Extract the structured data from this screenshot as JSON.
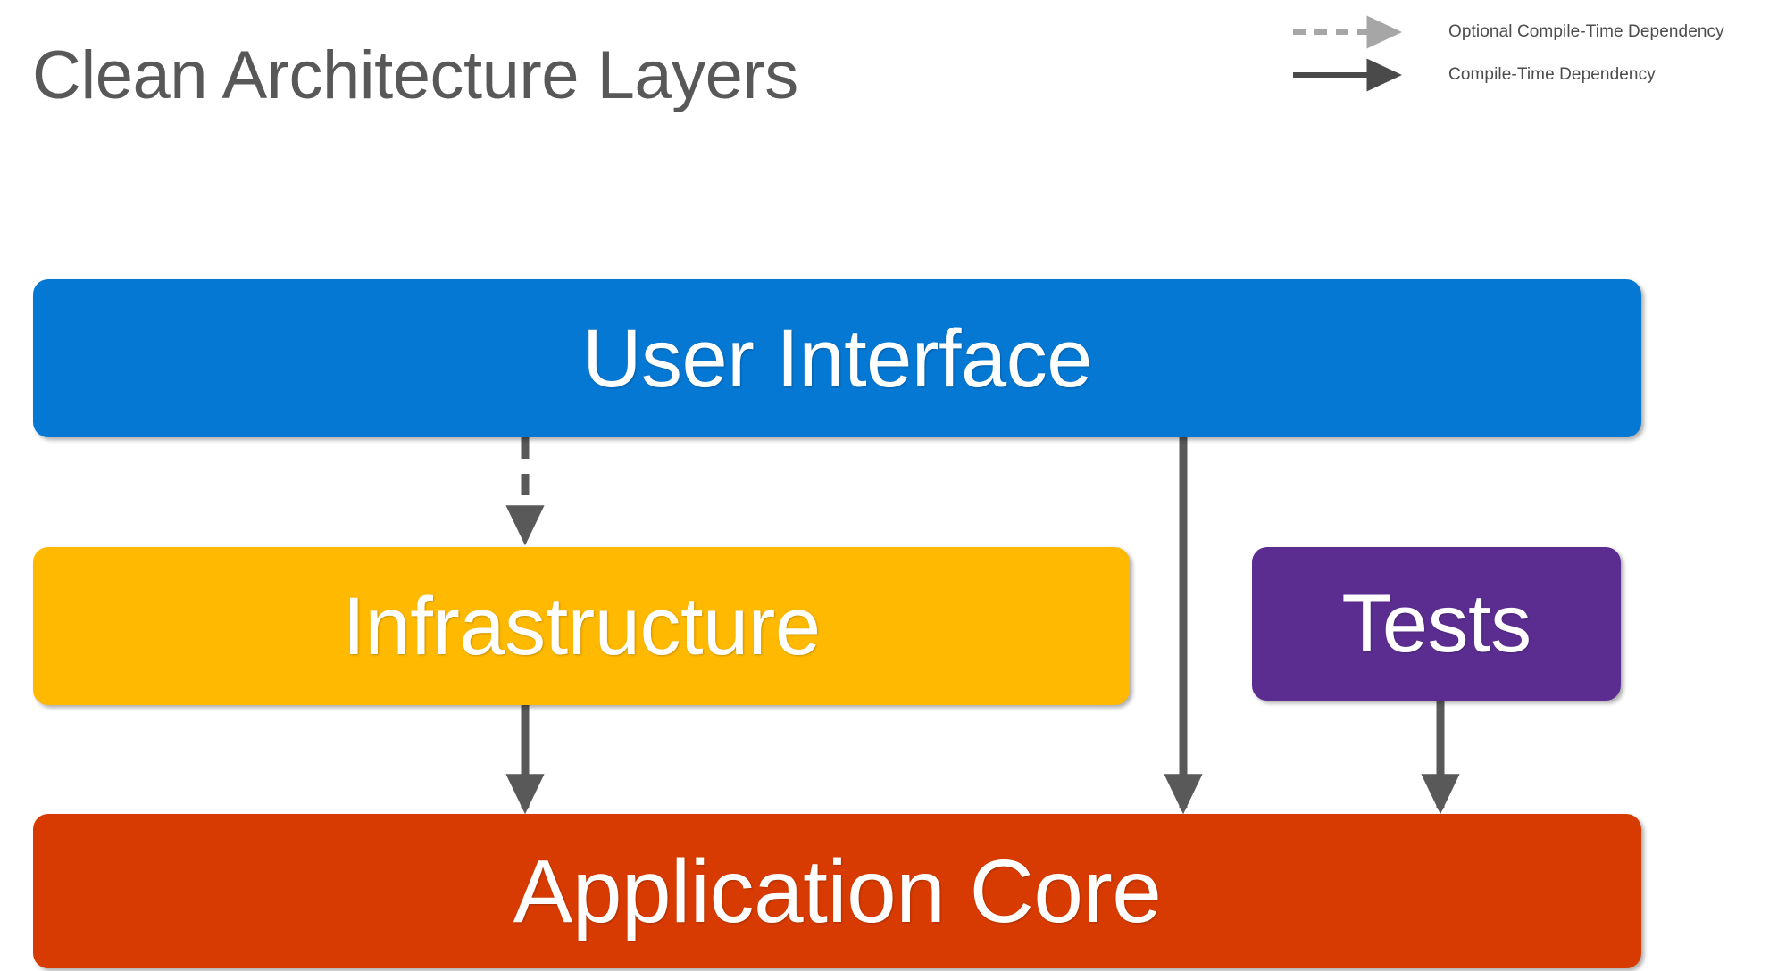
{
  "page": {
    "title": "Clean Architecture Layers",
    "background": "#FFFFFF",
    "title_color": "#585858"
  },
  "legend": {
    "items": [
      {
        "id": "optional-compile-time-dependency",
        "label": "Optional Compile-Time Dependency",
        "style": "dashed",
        "color": "#A6A6A6"
      },
      {
        "id": "compile-time-dependency",
        "label": "Compile-Time Dependency",
        "style": "solid",
        "color": "#4A4A4A"
      }
    ]
  },
  "diagram": {
    "type": "layered-architecture",
    "layers": [
      {
        "id": "user-interface",
        "label": "User Interface",
        "color": "#0578D4",
        "text_color": "#FFFFFF"
      },
      {
        "id": "infrastructure",
        "label": "Infrastructure",
        "color": "#FFB900",
        "text_color": "#FFFFFF"
      },
      {
        "id": "tests",
        "label": "Tests",
        "color": "#5C2D91",
        "text_color": "#FFFFFF"
      },
      {
        "id": "application-core",
        "label": "Application Core",
        "color": "#D83B01",
        "text_color": "#FFFFFF"
      }
    ],
    "connections": [
      {
        "id": "ui-to-infrastructure",
        "from": "user-interface",
        "to": "infrastructure",
        "style": "dashed",
        "kind": "Optional Compile-Time Dependency",
        "color": "#595959"
      },
      {
        "id": "ui-to-application-core",
        "from": "user-interface",
        "to": "application-core",
        "style": "solid",
        "kind": "Compile-Time Dependency",
        "color": "#595959"
      },
      {
        "id": "infrastructure-to-application-core",
        "from": "infrastructure",
        "to": "application-core",
        "style": "solid",
        "kind": "Compile-Time Dependency",
        "color": "#595959"
      },
      {
        "id": "tests-to-application-core",
        "from": "tests",
        "to": "application-core",
        "style": "solid",
        "kind": "Compile-Time Dependency",
        "color": "#595959"
      }
    ]
  }
}
